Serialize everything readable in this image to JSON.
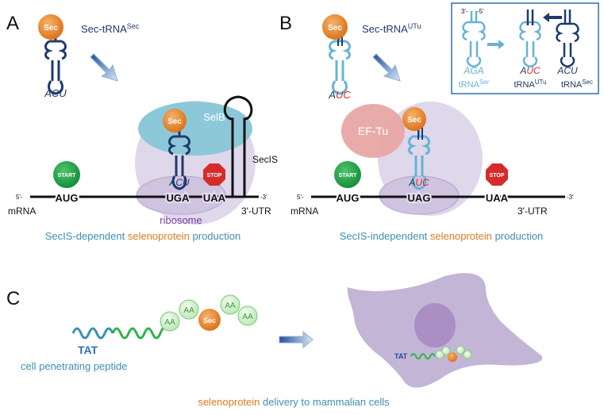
{
  "colors": {
    "sec_orange": "#e8822a",
    "trna_dark": "#1f3a6b",
    "trna_light": "#66b3d6",
    "text_teal": "#3d8fb3",
    "text_orange": "#e07a1f",
    "ribosome_purple": "#d9d0e6",
    "selb_blue": "#8cc8d8",
    "eftu_pink": "#e8a7a5",
    "start_green": "#22a44a",
    "stop_red": "#d62b2b",
    "aa_green": "#cdeec9"
  },
  "panelA": {
    "label": "A",
    "sec_label": "Sec",
    "trna_name": "Sec-tRNA",
    "trna_sup": "Sec",
    "anticodon": "ACU",
    "selb_label": "SelB",
    "secis_label": "SecIS",
    "start_label": "START",
    "stop_label": "STOP",
    "mrna_label": "mRNA",
    "five_prime": "5'-",
    "three_prime": "-3'",
    "codon1": "AUG",
    "codon2": "UGA",
    "codon3": "UAA",
    "utr": "3'-UTR",
    "ribosome_label": "ribosome",
    "caption_pre": "SecIS-dependent ",
    "caption_hl": "selenoprotein",
    "caption_post": " production"
  },
  "panelB": {
    "label": "B",
    "sec_label": "Sec",
    "trna_name": "Sec-tRNA",
    "trna_sup": "UTu",
    "anticodon_a": "A",
    "anticodon_b": "UC",
    "eftu_label": "EF-Tu",
    "start_label": "START",
    "stop_label": "STOP",
    "mrna_label": "mRNA",
    "five_prime": "5'-",
    "three_prime": "-3'",
    "codon1": "AUG",
    "codon2": "UAG",
    "codon3": "UAA",
    "utr": "3'-UTR",
    "caption_pre": "SecIS-independent ",
    "caption_hl": "selenoprotein",
    "caption_post": " production"
  },
  "inset": {
    "three_end": "3'-",
    "five_end": "-5'",
    "anticodon_ser": "AGA",
    "anticodon_utu_a": "A",
    "anticodon_utu_b": "UC",
    "anticodon_sec": "ACU",
    "trna_ser": "tRNA",
    "trna_ser_sup": "Ser",
    "trna_utu": "tRNA",
    "trna_utu_sup": "UTu",
    "trna_sec": "tRNA",
    "trna_sec_sup": "Sec"
  },
  "panelC": {
    "label": "C",
    "aa": "AA",
    "sec_label": "Sec",
    "tat": "TAT",
    "tat_desc": "cell penetrating peptide",
    "cell_tat": "TAT",
    "caption_hl": "selenoprotein",
    "caption_post": " delivery to mammalian cells"
  }
}
